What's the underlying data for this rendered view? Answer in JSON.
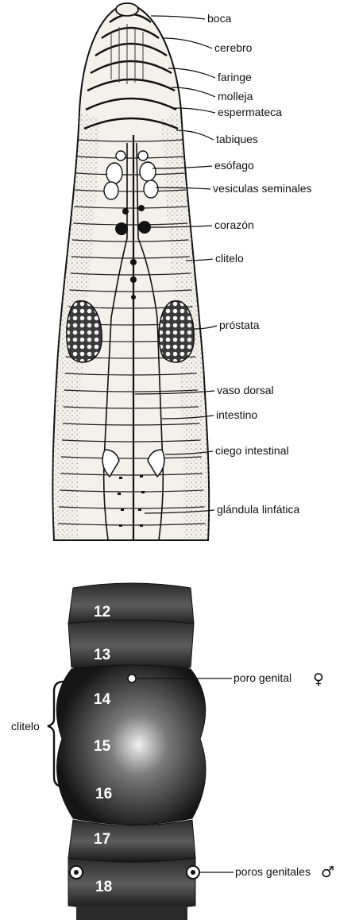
{
  "diagram": {
    "upper_labels": [
      "boca",
      "cerebro",
      "faringe",
      "molleja",
      "espermateca",
      "tabiques",
      "esófago",
      "vesiculas seminales",
      "corazón",
      "clitelo",
      "próstata",
      "vaso dorsal",
      "intestino",
      "ciego intestinal",
      "glándula linfática"
    ],
    "segment_numbers": [
      "12",
      "13",
      "14",
      "15",
      "16",
      "17",
      "18"
    ],
    "lower_labels": {
      "clitelo": "clitelo",
      "poro_genital_female": "poro genital",
      "female_symbol": "♀",
      "poros_genitales_male": "poros genitales",
      "male_symbol": "♂"
    },
    "colors": {
      "ink": "#111111",
      "body_fill": "#f3f1ec",
      "stipple": "#8a8a8a",
      "lower_body": "#1c1c1c"
    }
  }
}
